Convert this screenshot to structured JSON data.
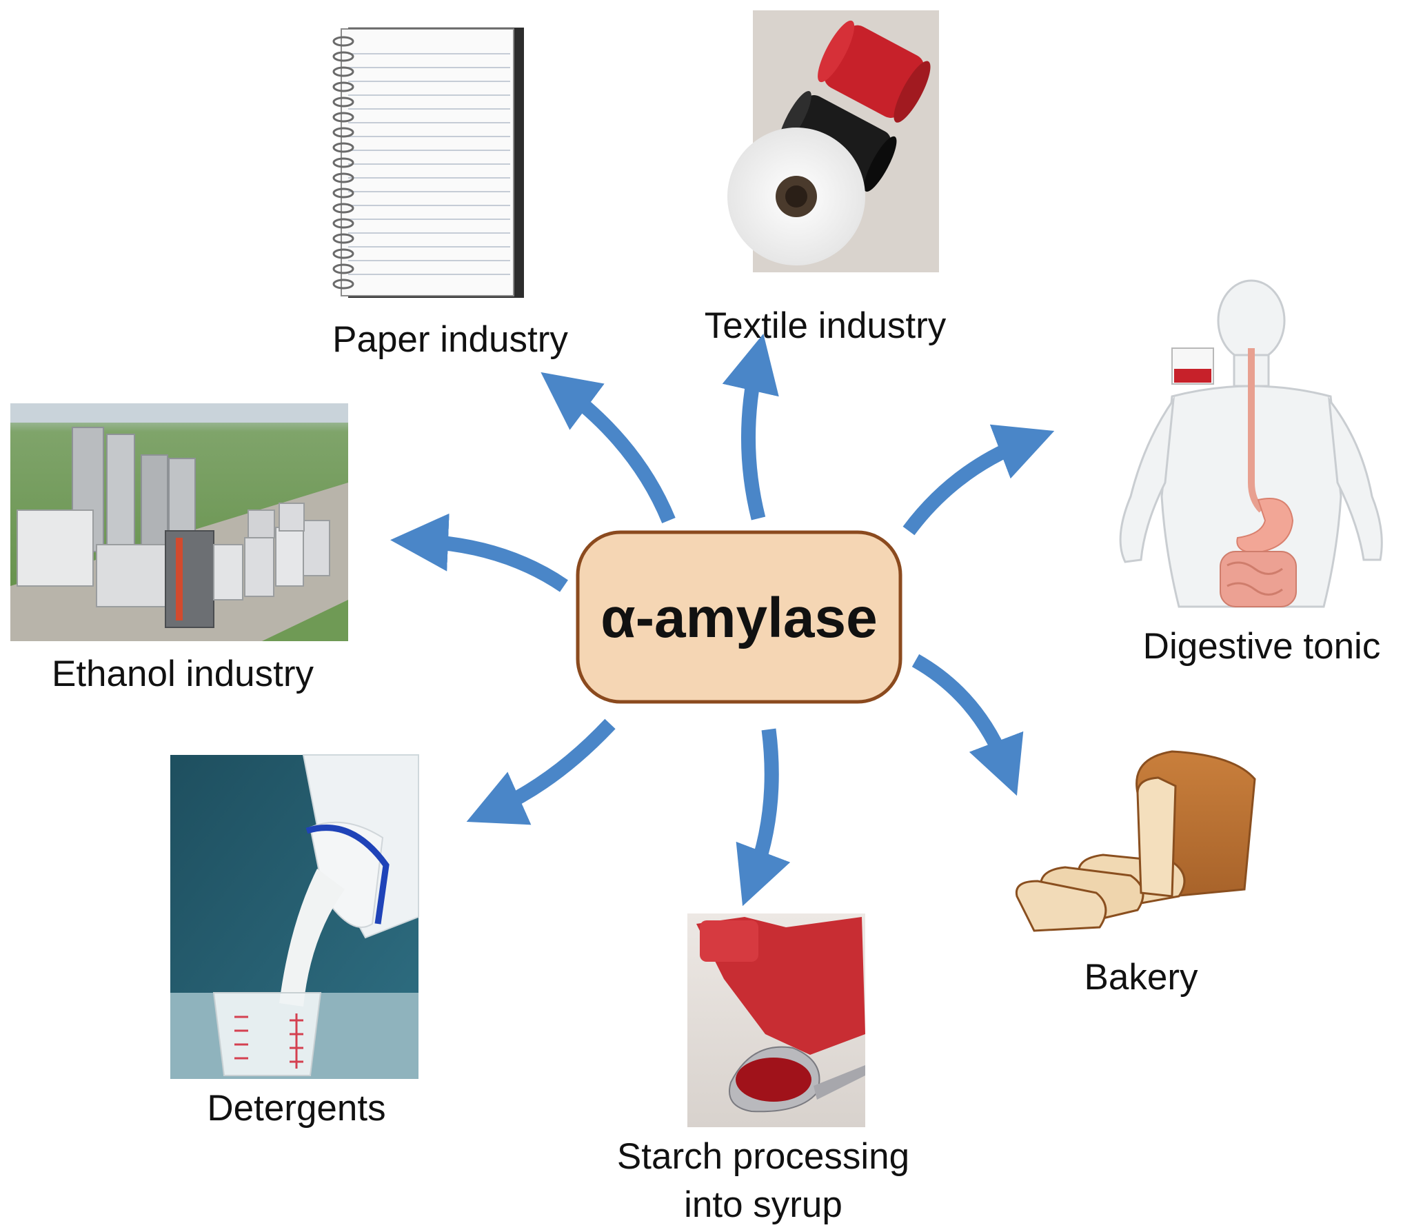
{
  "center": {
    "label": "α-amylase"
  },
  "applications": {
    "paper": "Paper industry",
    "textile": "Textile industry",
    "digestive": "Digestive tonic",
    "ethanol": "Ethanol industry",
    "detergents": "Detergents",
    "bakery": "Bakery",
    "starch_line1": "Starch processing",
    "starch_line2": "into syrup"
  },
  "colors": {
    "arrow": "#4a86c8",
    "center_fill": "#f5d6b4",
    "center_border": "#8b4a1e"
  }
}
